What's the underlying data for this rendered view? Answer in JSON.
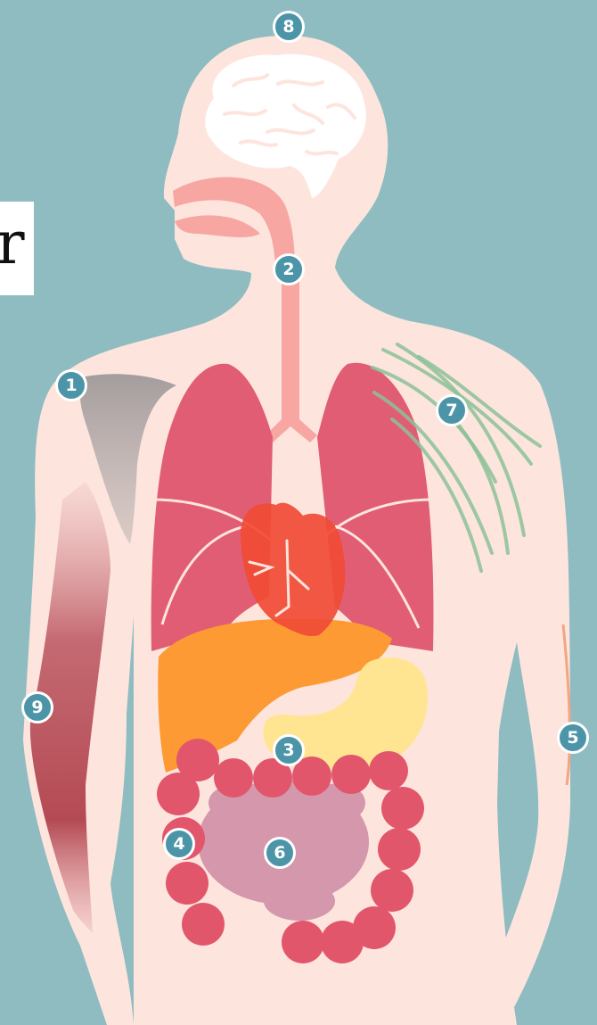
{
  "colors": {
    "background": "#8fbcc1",
    "body": "#fde5de",
    "brain": "#ffffff",
    "airway": "#f7a6a2",
    "lungs": "#e15d73",
    "heart": "#f04b34",
    "liver": "#fd9a33",
    "stomach": "#ffe592",
    "colon": "#e2566c",
    "small_intestine": "#d497ab",
    "muscle": "#b44a54",
    "nerves": "#8cc198",
    "bone": "#a9a2a2",
    "marker": "#4c95a8"
  },
  "edge_label": {
    "text": "r"
  },
  "markers": [
    {
      "number": "1",
      "icon": "shoulder-bone"
    },
    {
      "number": "2",
      "icon": "airway"
    },
    {
      "number": "3",
      "icon": "stomach"
    },
    {
      "number": "4",
      "icon": "large-intestine"
    },
    {
      "number": "5",
      "icon": "skin"
    },
    {
      "number": "6",
      "icon": "small-intestine"
    },
    {
      "number": "7",
      "icon": "nerves"
    },
    {
      "number": "8",
      "icon": "brain"
    },
    {
      "number": "9",
      "icon": "arm-muscle"
    }
  ]
}
